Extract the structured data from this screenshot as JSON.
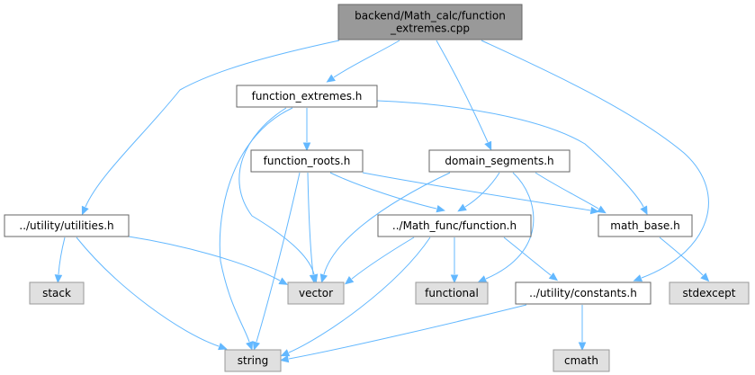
{
  "graph": {
    "title": "",
    "colors": {
      "edge": "#63b8ff",
      "root_fill": "#999999",
      "local_fill": "#ffffff",
      "system_fill": "#e0e0e0",
      "border": "#666666",
      "system_border": "#999999"
    },
    "nodes": [
      {
        "id": "root",
        "kind": "root",
        "lines": [
          "backend/Math_calc/function",
          "_extremes.cpp"
        ]
      },
      {
        "id": "function_extremes_h",
        "kind": "local",
        "lines": [
          "function_extremes.h"
        ]
      },
      {
        "id": "function_roots_h",
        "kind": "local",
        "lines": [
          "function_roots.h"
        ]
      },
      {
        "id": "domain_segments_h",
        "kind": "local",
        "lines": [
          "domain_segments.h"
        ]
      },
      {
        "id": "utilities_h",
        "kind": "local",
        "lines": [
          "../utility/utilities.h"
        ]
      },
      {
        "id": "function_h",
        "kind": "local",
        "lines": [
          "../Math_func/function.h"
        ]
      },
      {
        "id": "math_base_h",
        "kind": "local",
        "lines": [
          "math_base.h"
        ]
      },
      {
        "id": "stack",
        "kind": "system",
        "lines": [
          "stack"
        ]
      },
      {
        "id": "vector",
        "kind": "system",
        "lines": [
          "vector"
        ]
      },
      {
        "id": "functional",
        "kind": "system",
        "lines": [
          "functional"
        ]
      },
      {
        "id": "constants_h",
        "kind": "local",
        "lines": [
          "../utility/constants.h"
        ]
      },
      {
        "id": "stdexcept",
        "kind": "system",
        "lines": [
          "stdexcept"
        ]
      },
      {
        "id": "string",
        "kind": "system",
        "lines": [
          "string"
        ]
      },
      {
        "id": "cmath",
        "kind": "system",
        "lines": [
          "cmath"
        ]
      }
    ],
    "edges": [
      {
        "from": "root",
        "to": "function_extremes_h"
      },
      {
        "from": "root",
        "to": "utilities_h"
      },
      {
        "from": "root",
        "to": "domain_segments_h"
      },
      {
        "from": "root",
        "to": "constants_h"
      },
      {
        "from": "function_extremes_h",
        "to": "function_roots_h"
      },
      {
        "from": "function_extremes_h",
        "to": "math_base_h"
      },
      {
        "from": "function_extremes_h",
        "to": "string"
      },
      {
        "from": "function_extremes_h",
        "to": "vector"
      },
      {
        "from": "function_roots_h",
        "to": "function_h"
      },
      {
        "from": "function_roots_h",
        "to": "math_base_h"
      },
      {
        "from": "function_roots_h",
        "to": "vector"
      },
      {
        "from": "function_roots_h",
        "to": "string"
      },
      {
        "from": "domain_segments_h",
        "to": "math_base_h"
      },
      {
        "from": "domain_segments_h",
        "to": "function_h"
      },
      {
        "from": "domain_segments_h",
        "to": "vector"
      },
      {
        "from": "domain_segments_h",
        "to": "functional"
      },
      {
        "from": "utilities_h",
        "to": "stack"
      },
      {
        "from": "utilities_h",
        "to": "vector"
      },
      {
        "from": "utilities_h",
        "to": "string"
      },
      {
        "from": "function_h",
        "to": "vector"
      },
      {
        "from": "function_h",
        "to": "functional"
      },
      {
        "from": "function_h",
        "to": "constants_h"
      },
      {
        "from": "function_h",
        "to": "string"
      },
      {
        "from": "math_base_h",
        "to": "stdexcept"
      },
      {
        "from": "constants_h",
        "to": "cmath"
      },
      {
        "from": "constants_h",
        "to": "string"
      }
    ]
  }
}
